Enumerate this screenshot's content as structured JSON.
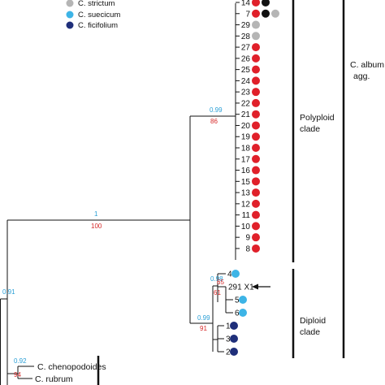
{
  "legend": [
    {
      "label": "C. strictum",
      "color": "#b5b5b5"
    },
    {
      "label": "C. suecicum",
      "color": "#3db4e6"
    },
    {
      "label": "C. ficifolium",
      "color": "#1f2f7a"
    }
  ],
  "colors": {
    "red": "#e0202a",
    "grey": "#b5b5b5",
    "black": "#111111",
    "cyan": "#3db4e6",
    "navy": "#1f2f7a",
    "support_blue": "#2a9fd6",
    "support_red": "#d62828"
  },
  "tips": [
    {
      "label": "14",
      "dots": [
        "red",
        "black"
      ]
    },
    {
      "label": "7",
      "dots": [
        "red",
        "black",
        "grey"
      ]
    },
    {
      "label": "29",
      "dots": [
        "grey"
      ]
    },
    {
      "label": "28",
      "dots": [
        "grey"
      ]
    },
    {
      "label": "27",
      "dots": [
        "red"
      ]
    },
    {
      "label": "26",
      "dots": [
        "red"
      ]
    },
    {
      "label": "25",
      "dots": [
        "red"
      ]
    },
    {
      "label": "24",
      "dots": [
        "red"
      ]
    },
    {
      "label": "23",
      "dots": [
        "red"
      ]
    },
    {
      "label": "22",
      "dots": [
        "red"
      ]
    },
    {
      "label": "21",
      "dots": [
        "red"
      ]
    },
    {
      "label": "20",
      "dots": [
        "red"
      ]
    },
    {
      "label": "19",
      "dots": [
        "red"
      ]
    },
    {
      "label": "18",
      "dots": [
        "red"
      ]
    },
    {
      "label": "17",
      "dots": [
        "red"
      ]
    },
    {
      "label": "16",
      "dots": [
        "red"
      ]
    },
    {
      "label": "15",
      "dots": [
        "red"
      ]
    },
    {
      "label": "13",
      "dots": [
        "red"
      ]
    },
    {
      "label": "12",
      "dots": [
        "red"
      ]
    },
    {
      "label": "11",
      "dots": [
        "red"
      ]
    },
    {
      "label": "10",
      "dots": [
        "red"
      ]
    },
    {
      "label": "9",
      "dots": [
        "red"
      ]
    },
    {
      "label": "8",
      "dots": [
        "red"
      ]
    },
    {
      "label": "4",
      "dots": [
        "cyan"
      ]
    },
    {
      "label": "291 X1",
      "dots": []
    },
    {
      "label": "5",
      "dots": [
        "cyan"
      ]
    },
    {
      "label": "6",
      "dots": [
        "cyan"
      ]
    },
    {
      "label": "1",
      "dots": [
        "navy"
      ]
    },
    {
      "label": "3",
      "dots": [
        "navy"
      ]
    },
    {
      "label": "2",
      "dots": [
        "navy"
      ]
    }
  ],
  "supports": {
    "root_blue": "0.91",
    "albums_blue": "1",
    "albums_red": "100",
    "polyploid_blue": "0.99",
    "polyploid_red": "86",
    "diploid_blue": "0.99",
    "diploid_red": "91",
    "sub_blue": "0.98",
    "sub_red": "65",
    "x1_red": "61",
    "chen_blue": "0.92",
    "chen_red": "94"
  },
  "clades": {
    "polyploid": [
      "Polyploid",
      "clade"
    ],
    "diploid": [
      "Diploid",
      "clade"
    ],
    "album": [
      "C. album",
      "agg."
    ]
  },
  "outgroups": [
    "C. chenopodoides",
    "C. rubrum"
  ]
}
